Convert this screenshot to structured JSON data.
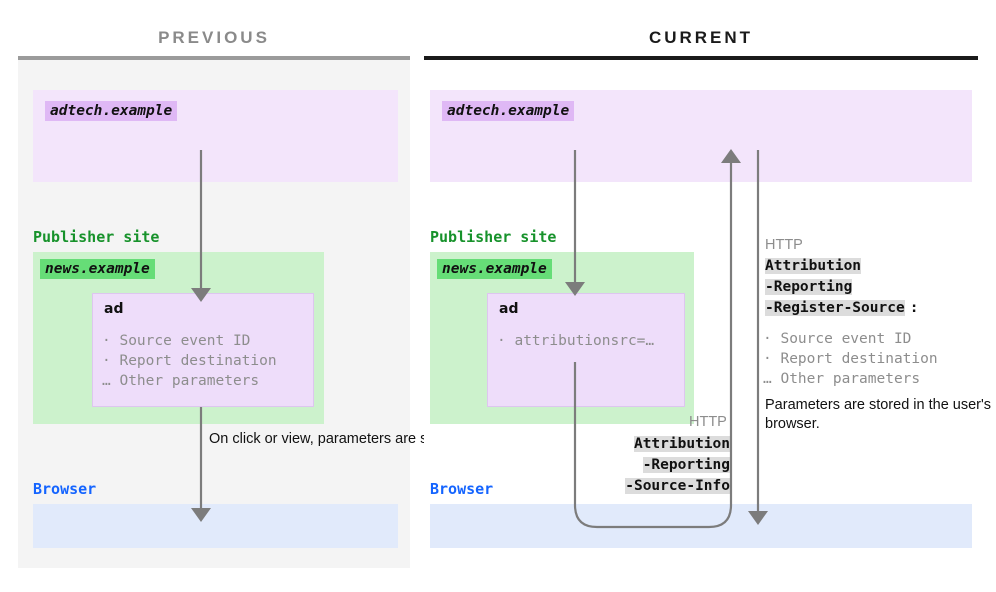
{
  "diagram": {
    "title_previous": "PREVIOUS",
    "title_current": "CURRENT"
  },
  "previous": {
    "adtech_tag": "adtech.example",
    "publisher_label": "Publisher site",
    "news_tag": "news.example",
    "ad_label": "ad",
    "ad_params": "· Source event ID\n· Report destination\n… Other parameters",
    "note": "On click or view,\nparameters are stored\nin the user's browser.",
    "browser_label": "Browser"
  },
  "current": {
    "adtech_tag": "adtech.example",
    "publisher_label": "Publisher site",
    "news_tag": "news.example",
    "ad_label": "ad",
    "ad_params": "· attributionsrc=…",
    "browser_label": "Browser",
    "http_label_request": "HTTP",
    "http_label_response": "HTTP",
    "request_header": {
      "line1": "Attribution",
      "line2": "-Reporting",
      "line3": "-Source-Info"
    },
    "response_header": {
      "line1": "Attribution",
      "line2": "-Reporting",
      "line3": "-Register-Source",
      "colon": ":"
    },
    "response_params": "· Source event ID\n· Report destination\n… Other parameters",
    "note": "Parameters are stored\nin the user's browser."
  },
  "colors": {
    "purple_zone": "#f3e5fb",
    "green_zone": "#ccf2cc",
    "blue_zone": "#e1eafb",
    "ad_box": "#eeddfa",
    "tag_purple": "#dfb8f5",
    "tag_green": "#66dd77",
    "label_green": "#17922b",
    "label_blue": "#1464ff",
    "arrow": "#7c7c7c",
    "highlight": "#dcdcdc"
  }
}
